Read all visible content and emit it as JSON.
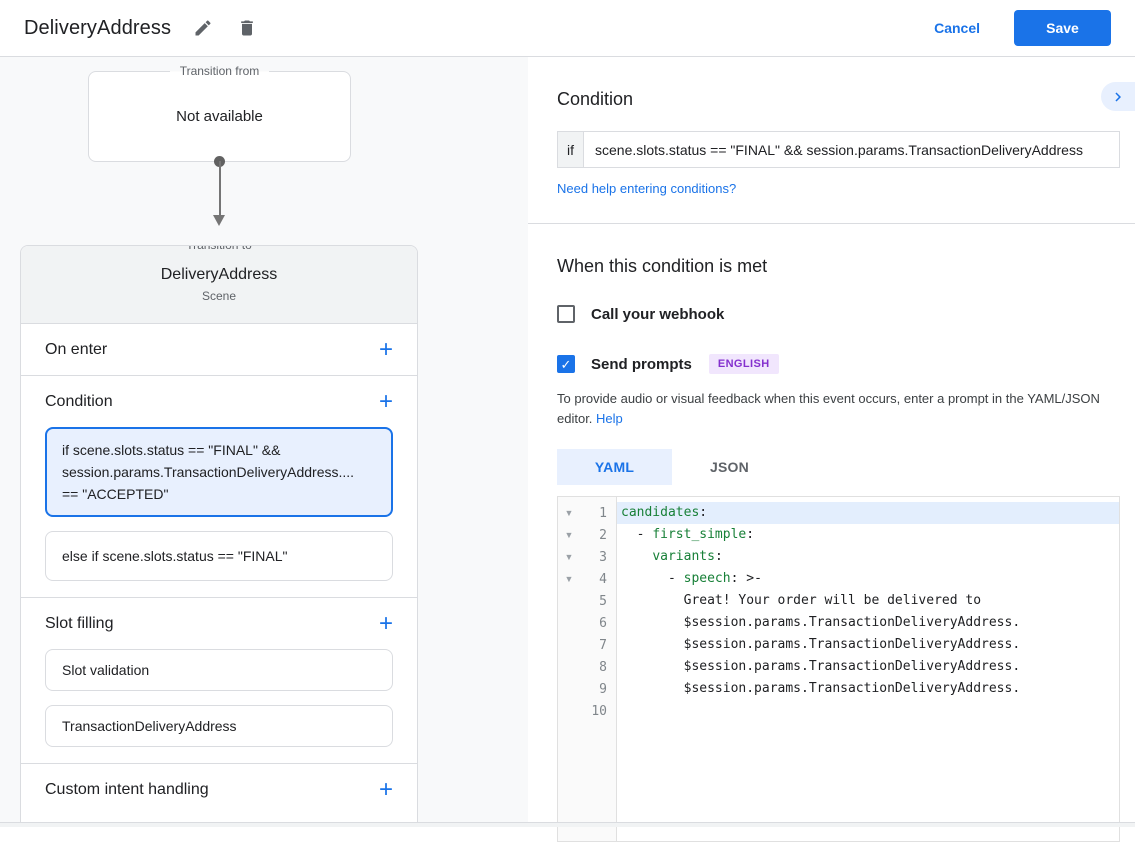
{
  "colors": {
    "accent_blue": "#1a73e8",
    "selected_card_bg": "#e8f0fe",
    "code_key_green": "#188038",
    "badge_purple_text": "#8430ce",
    "badge_purple_bg": "#f1e6fd",
    "panel_bg": "#f8f9fa"
  },
  "topbar": {
    "title": "DeliveryAddress",
    "edit_icon": "pencil-icon",
    "delete_icon": "trash-icon",
    "cancel_label": "Cancel",
    "save_label": "Save"
  },
  "flow": {
    "from_label": "Transition from",
    "from_value": "Not available",
    "to_label": "Transition to",
    "to_title": "DeliveryAddress",
    "to_subtitle": "Scene",
    "sections": {
      "on_enter": "On enter",
      "condition": "Condition",
      "slot_filling": "Slot filling",
      "custom_intent": "Custom intent handling"
    },
    "condition_cards": [
      {
        "text": "if scene.slots.status == \"FINAL\" &&\nsession.params.TransactionDeliveryAddress....\n== \"ACCEPTED\"",
        "selected": true
      },
      {
        "text": "else if scene.slots.status == \"FINAL\"",
        "selected": false
      }
    ],
    "slot_cards": [
      "Slot validation",
      "TransactionDeliveryAddress"
    ]
  },
  "panel": {
    "condition_title": "Condition",
    "if_label": "if",
    "condition_value": "scene.slots.status == \"FINAL\" && session.params.TransactionDeliveryAddress",
    "help_link": "Need help entering conditions?",
    "when_title": "When this condition is met",
    "webhook_label": "Call your webhook",
    "webhook_checked": false,
    "prompts_label": "Send prompts",
    "prompts_checked": true,
    "language_badge": "ENGLISH",
    "helper_text": "To provide audio or visual feedback when this event occurs, enter a prompt in the YAML/JSON editor. ",
    "helper_link": "Help",
    "tabs": [
      {
        "label": "YAML",
        "active": true
      },
      {
        "label": "JSON",
        "active": false
      }
    ]
  },
  "code_editor": {
    "lines": [
      {
        "n": 1,
        "fold": true,
        "hl": true,
        "parts": [
          {
            "t": "candidates",
            "k": true
          },
          {
            "t": ":"
          }
        ]
      },
      {
        "n": 2,
        "fold": true,
        "hl": false,
        "parts": [
          {
            "t": "  - "
          },
          {
            "t": "first_simple",
            "k": true
          },
          {
            "t": ":"
          }
        ]
      },
      {
        "n": 3,
        "fold": true,
        "hl": false,
        "parts": [
          {
            "t": "    "
          },
          {
            "t": "variants",
            "k": true
          },
          {
            "t": ":"
          }
        ]
      },
      {
        "n": 4,
        "fold": true,
        "hl": false,
        "parts": [
          {
            "t": "      - "
          },
          {
            "t": "speech",
            "k": true
          },
          {
            "t": ": >-"
          }
        ]
      },
      {
        "n": 5,
        "fold": false,
        "hl": false,
        "parts": [
          {
            "t": "        Great! Your order will be delivered to"
          }
        ]
      },
      {
        "n": 6,
        "fold": false,
        "hl": false,
        "parts": [
          {
            "t": "        $session.params.TransactionDeliveryAddress."
          }
        ]
      },
      {
        "n": 7,
        "fold": false,
        "hl": false,
        "parts": [
          {
            "t": "        $session.params.TransactionDeliveryAddress."
          }
        ]
      },
      {
        "n": 8,
        "fold": false,
        "hl": false,
        "parts": [
          {
            "t": "        $session.params.TransactionDeliveryAddress."
          }
        ]
      },
      {
        "n": 9,
        "fold": false,
        "hl": false,
        "parts": [
          {
            "t": "        $session.params.TransactionDeliveryAddress."
          }
        ]
      },
      {
        "n": 10,
        "fold": false,
        "hl": false,
        "parts": [
          {
            "t": ""
          }
        ]
      }
    ]
  }
}
